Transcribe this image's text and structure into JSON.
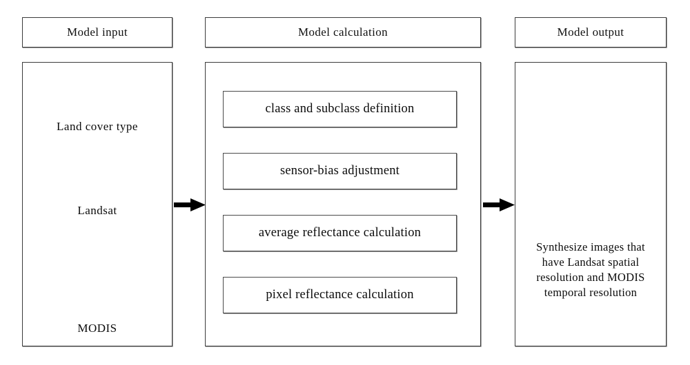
{
  "figure": {
    "type": "flow-diagram",
    "background": "#ffffff",
    "line_color": "#3b3b3b",
    "fill_pattern_color": "#6b4a46"
  },
  "columns": [
    {
      "id": "input",
      "header": "Model input",
      "items": [
        {
          "id": "land-cover",
          "label": "Land cover type",
          "layers": 1,
          "pattern": "dots"
        },
        {
          "id": "landsat",
          "label": "Landsat",
          "layers": 3,
          "pattern": "dots-dense"
        },
        {
          "id": "modis",
          "label": "MODIS",
          "layers": 8,
          "pattern": "cross-hatch"
        }
      ]
    },
    {
      "id": "calculation",
      "header": "Model calculation",
      "steps": [
        {
          "id": "step-1",
          "label": "class and subclass definition"
        },
        {
          "id": "step-2",
          "label": "sensor-bias adjustment"
        },
        {
          "id": "step-3",
          "label": "average reflectance calculation"
        },
        {
          "id": "step-4",
          "label": "pixel reflectance calculation"
        }
      ]
    },
    {
      "id": "output",
      "header": "Model output",
      "items": [
        {
          "id": "synth-stack",
          "layers": 8,
          "pattern": "checker"
        }
      ],
      "caption": "Synthesize images that have Landsat spatial resolution and MODIS temporal resolution",
      "caption_lines": [
        "Synthesize images that",
        "have Landsat spatial",
        "resolution and MODIS",
        "temporal resolution"
      ]
    }
  ],
  "connectors": [
    {
      "id": "input-to-calculation",
      "kind": "thick-arrow-right"
    },
    {
      "id": "calculation-to-output",
      "kind": "thick-arrow-right"
    },
    {
      "id": "step1-to-step2",
      "kind": "thin-arrow-down"
    },
    {
      "id": "step2-to-step3",
      "kind": "thin-arrow-down"
    },
    {
      "id": "step3-to-step4",
      "kind": "thin-arrow-down"
    }
  ]
}
